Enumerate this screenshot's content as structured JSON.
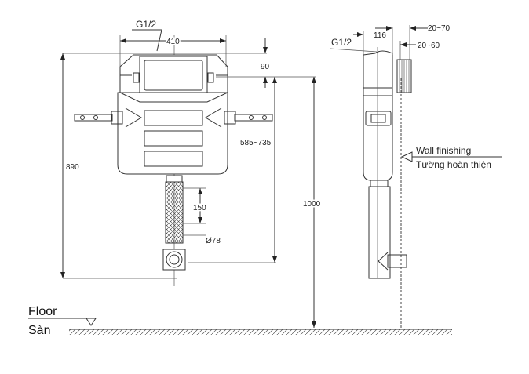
{
  "front_view": {
    "inlet_label": "G1/2",
    "width_dim": "410",
    "height_dim": "890",
    "top_offset_dim": "90",
    "adjust_range_dim": "585~735",
    "total_height_dim": "1000",
    "pipe_length_dim": "150",
    "pipe_diameter_dim": "Ø78"
  },
  "side_view": {
    "inlet_label": "G1/2",
    "depth_dim": "116",
    "range_upper_dim": "20~70",
    "range_lower_dim": "20~60",
    "wall_label_en": "Wall finishing",
    "wall_label_vi": "Tường hoàn thiện"
  },
  "floor": {
    "label_en": "Floor",
    "label_vi": "Sàn"
  }
}
